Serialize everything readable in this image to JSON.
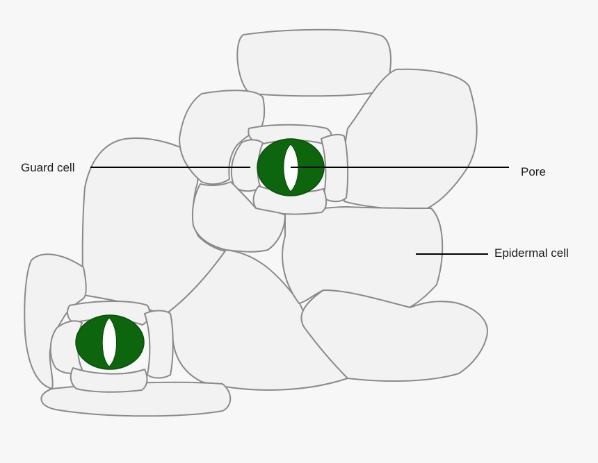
{
  "labels": {
    "guard_cell": "Guard cell",
    "pore": "Pore",
    "epidermal_cell": "Epidermal cell"
  },
  "colors": {
    "guard_cell": "#0d650d",
    "cell_fill": "#f2f2f2",
    "cell_outline": "#8a8a8a",
    "pore": "#ffffff",
    "leader_line": "#000000"
  }
}
